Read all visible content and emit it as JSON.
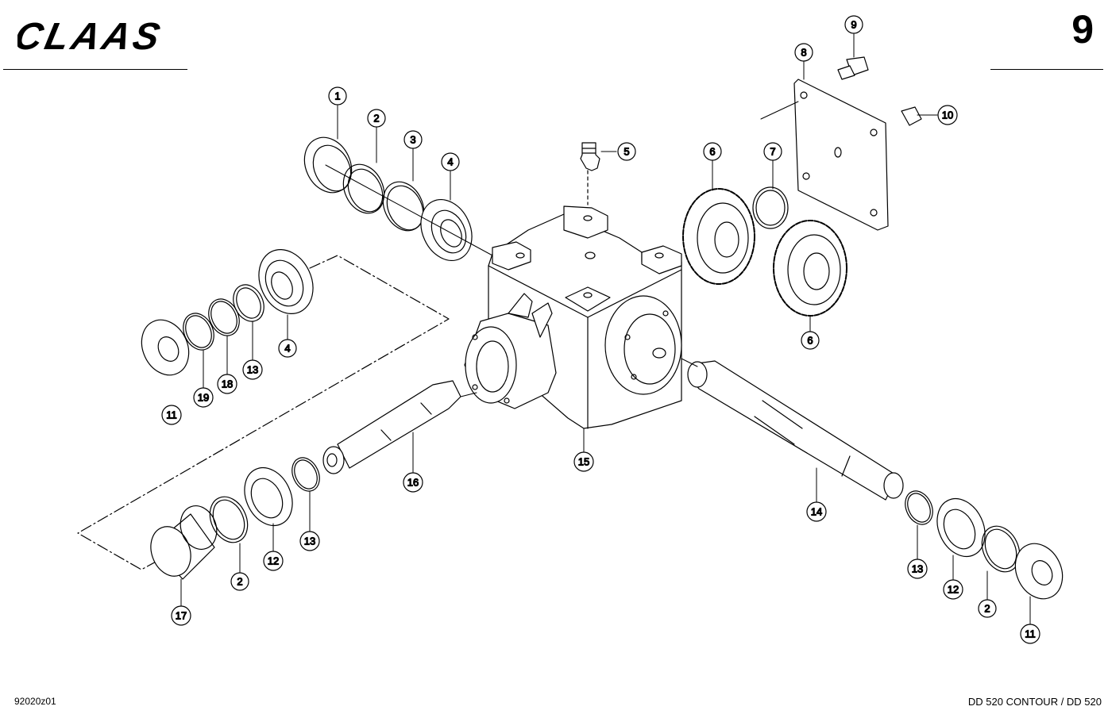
{
  "header": {
    "brand": "CLAAS",
    "page_number": "9"
  },
  "footer": {
    "drawing_code": "92020z01",
    "model": "DD 520 CONTOUR / DD 520"
  },
  "callouts": [
    {
      "id": "c1",
      "label": "1"
    },
    {
      "id": "c2a",
      "label": "2"
    },
    {
      "id": "c3",
      "label": "3"
    },
    {
      "id": "c4a",
      "label": "4"
    },
    {
      "id": "c5",
      "label": "5"
    },
    {
      "id": "c6a",
      "label": "6"
    },
    {
      "id": "c7",
      "label": "7"
    },
    {
      "id": "c8",
      "label": "8"
    },
    {
      "id": "c9",
      "label": "9"
    },
    {
      "id": "c10",
      "label": "10"
    },
    {
      "id": "c6b",
      "label": "6"
    },
    {
      "id": "c4b",
      "label": "4"
    },
    {
      "id": "c13a",
      "label": "13"
    },
    {
      "id": "c18",
      "label": "18"
    },
    {
      "id": "c19",
      "label": "19"
    },
    {
      "id": "c11a",
      "label": "11"
    },
    {
      "id": "c15",
      "label": "15"
    },
    {
      "id": "c16",
      "label": "16"
    },
    {
      "id": "c14",
      "label": "14"
    },
    {
      "id": "c13b",
      "label": "13"
    },
    {
      "id": "c12a",
      "label": "12"
    },
    {
      "id": "c2b",
      "label": "2"
    },
    {
      "id": "c17",
      "label": "17"
    },
    {
      "id": "c13c",
      "label": "13"
    },
    {
      "id": "c12b",
      "label": "12"
    },
    {
      "id": "c2c",
      "label": "2"
    },
    {
      "id": "c11b",
      "label": "11"
    }
  ]
}
